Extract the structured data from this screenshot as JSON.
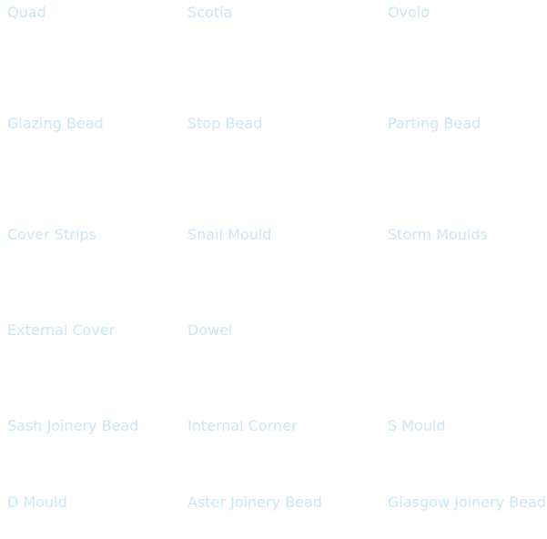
{
  "link_color": "#c9e8f6",
  "rows": [
    [
      "Quad",
      "Scotia",
      "Ovolo"
    ],
    [
      "Glazing Bead",
      "Stop Bead",
      "Parting Bead"
    ],
    [
      "Cover Strips",
      "Snail Mould",
      "Storm Moulds"
    ],
    [
      "External Cover",
      "Dowel",
      ""
    ],
    [
      "Sash Joinery Bead",
      "Internal Corner",
      "S Mould"
    ],
    [
      "D Mould",
      "Aster Joinery Bead",
      "Glasgow Joinery Bead"
    ]
  ]
}
